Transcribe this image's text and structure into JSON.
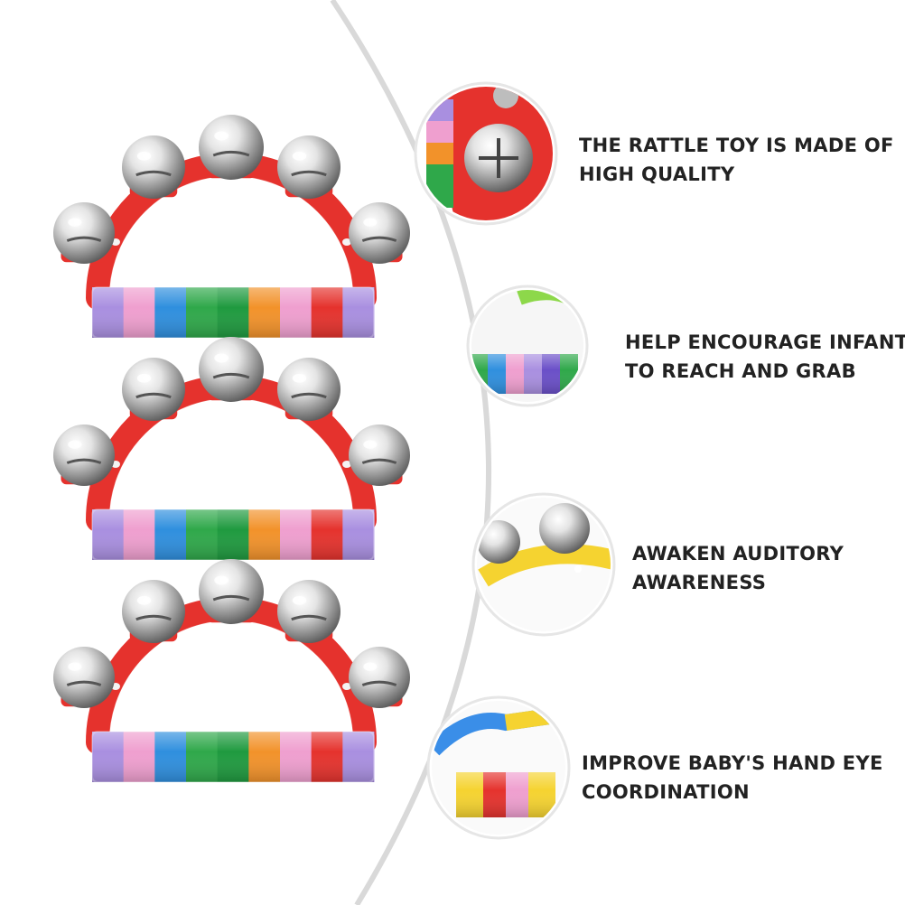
{
  "colors": {
    "frame_red": "#e5322d",
    "bell_silver": "#d8d8d8",
    "arc_line": "#d9d9d9",
    "text": "#222222",
    "stripes": [
      "#a98fe0",
      "#ef9fcf",
      "#2f8fde",
      "#2fa84a",
      "#1f9a3f",
      "#f2922a",
      "#ef9fcf",
      "#e5322d",
      "#a98fe0"
    ]
  },
  "product_images": [
    {
      "name": "rattle-top"
    },
    {
      "name": "rattle-middle"
    },
    {
      "name": "rattle-bottom"
    }
  ],
  "features": [
    {
      "line1": "THE RATTLE TOY IS MADE OF",
      "line2": "HIGH QUALITY",
      "icon": "bell-closeup-icon"
    },
    {
      "line1": "HELP ENCOURAGE INFANT",
      "line2": "TO REACH AND GRAB",
      "icon": "handle-closeup-icon"
    },
    {
      "line1": "AWAKEN AUDITORY",
      "line2": "AWARENESS",
      "icon": "bells-yellow-closeup-icon"
    },
    {
      "line1": "IMPROVE BABY'S HAND EYE",
      "line2": "COORDINATION",
      "icon": "handle-blue-closeup-icon"
    }
  ]
}
